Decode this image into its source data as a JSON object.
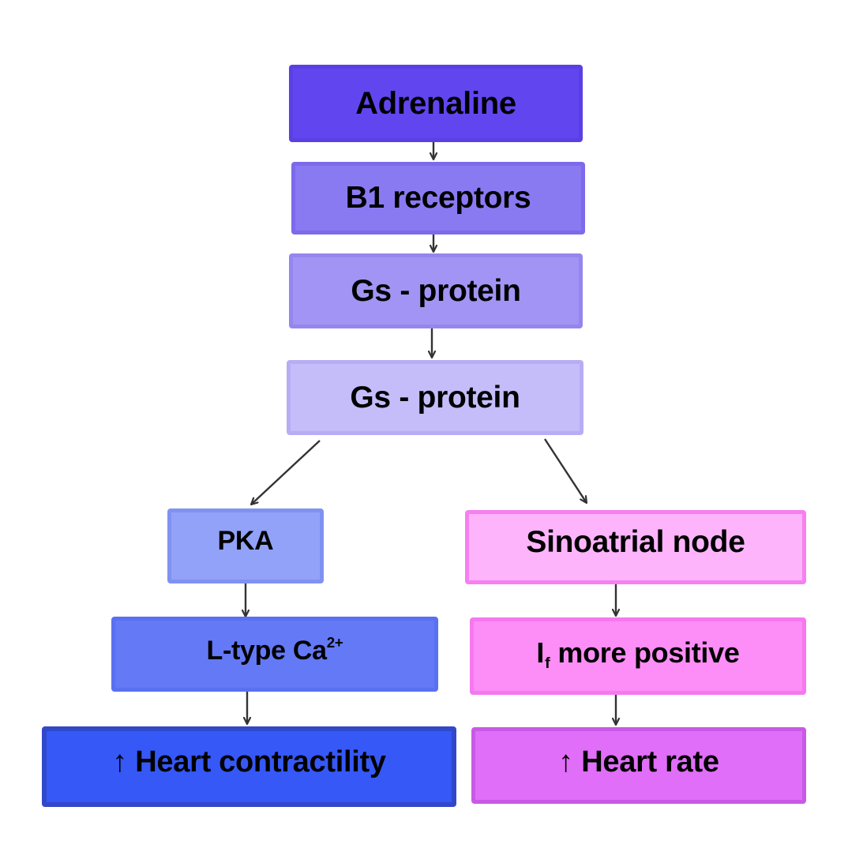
{
  "diagram": {
    "nodes": {
      "adrenaline": {
        "label": "Adrenaline",
        "fill": "#6146F0",
        "border": "#5A3FE3"
      },
      "b1_receptors": {
        "label": "B1 receptors",
        "fill": "#8A7AF2",
        "border": "#7C6AEB"
      },
      "gs_protein_1": {
        "label": "Gs - protein",
        "fill": "#A294F4",
        "border": "#9585EE"
      },
      "gs_protein_2": {
        "label": "Gs - protein",
        "fill": "#C5BDF9",
        "border": "#B7ADF5"
      },
      "pka": {
        "label": "PKA",
        "fill": "#92A2F8",
        "border": "#7F92F2"
      },
      "l_type_ca": {
        "label_main": "L-type Ca",
        "label_sup": "2+",
        "fill": "#6379F6",
        "border": "#5970F1"
      },
      "heart_contractility": {
        "label": "↑ Heart contractility",
        "fill": "#3558F7",
        "border": "#3148C8"
      },
      "sinoatrial_node": {
        "label": "Sinoatrial node",
        "fill": "#FDB4FB",
        "border": "#F77FF0"
      },
      "if_more_positive": {
        "label_main": "I",
        "label_sub": "f",
        "label_rest": "more positive",
        "fill": "#FD8DF7",
        "border": "#F678EE"
      },
      "heart_rate": {
        "label": "↑ Heart rate",
        "fill": "#E06EF8",
        "border": "#C85AE5"
      }
    },
    "edges": [
      {
        "from": "adrenaline",
        "to": "b1_receptors"
      },
      {
        "from": "b1_receptors",
        "to": "gs_protein_1"
      },
      {
        "from": "gs_protein_1",
        "to": "gs_protein_2"
      },
      {
        "from": "gs_protein_2",
        "to": "pka"
      },
      {
        "from": "gs_protein_2",
        "to": "sinoatrial_node"
      },
      {
        "from": "pka",
        "to": "l_type_ca"
      },
      {
        "from": "l_type_ca",
        "to": "heart_contractility"
      },
      {
        "from": "sinoatrial_node",
        "to": "if_more_positive"
      },
      {
        "from": "if_more_positive",
        "to": "heart_rate"
      }
    ],
    "arrow_color": "#333333"
  }
}
